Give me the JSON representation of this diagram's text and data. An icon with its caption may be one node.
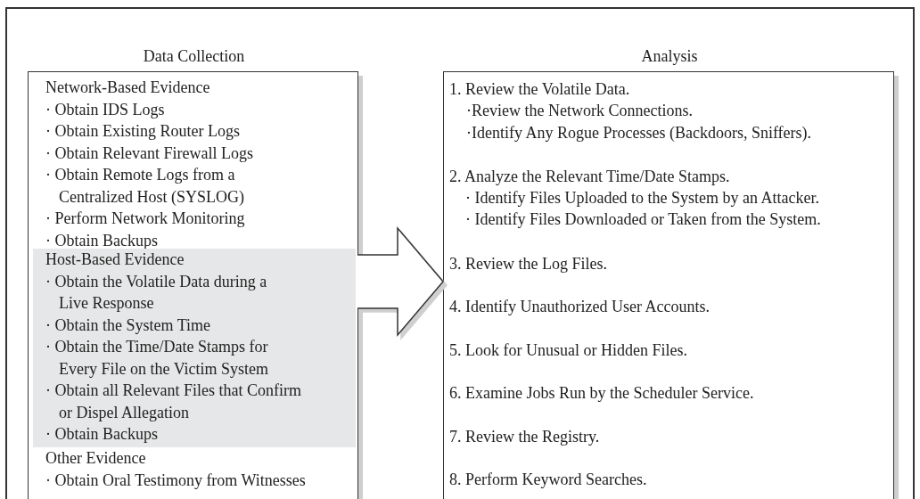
{
  "diagram": {
    "nodes": [
      {
        "text": [
          "Data Collection"
        ]
      },
      {
        "text": [
          "Network-Based Evidence",
          "· Obtain IDS Logs",
          "· Obtain Existing Router Logs",
          "· Obtain Relevant Firewall Logs",
          "· Obtain Remote Logs from a Centralized Host (SYSLOG)",
          "· Perform Network Monitoring",
          "· Obtain Backups"
        ],
        "in": 0
      },
      {
        "text": [
          "Host-Based Evidence",
          "· Obtain the Volatile Data during a Live Response",
          "· Obtain the System Time",
          "· Obtain the Time/Date Stamps for Every File on the Victim System",
          "· Obtain all Relevant Files that Confirm or Dispel Allegation",
          "· Obtain Backups"
        ],
        "in": 0
      },
      {
        "text": [
          "Other Evidence",
          "· Obtain Oral Testimony from Witnesses"
        ],
        "in": 0
      },
      {
        "text": [
          "Analysis",
          "1. Review the Volatile Data.",
          "·Review the Network Connections.",
          "·Identify Any Rogue Processes (Backdoors, Sniffers).",
          "2. Analyze the Relevant Time/Date Stamps.",
          "· Identify Files Uploaded to the System by an Attacker.",
          "· Identify Files Downloaded or Taken from the System.",
          "3. Review the Log Files.",
          "4. Identify Unauthorized User Accounts.",
          "5. Look for Unusual or Hidden Files.",
          "6. Examine Jobs Run by the Scheduler Service.",
          "7. Review the Registry.",
          "8. Perform Keyword Searches."
        ]
      }
    ],
    "edges": [
      {
        "from": 0,
        "to": 4,
        "arrow": "to",
        "style": "thick"
      }
    ]
  }
}
